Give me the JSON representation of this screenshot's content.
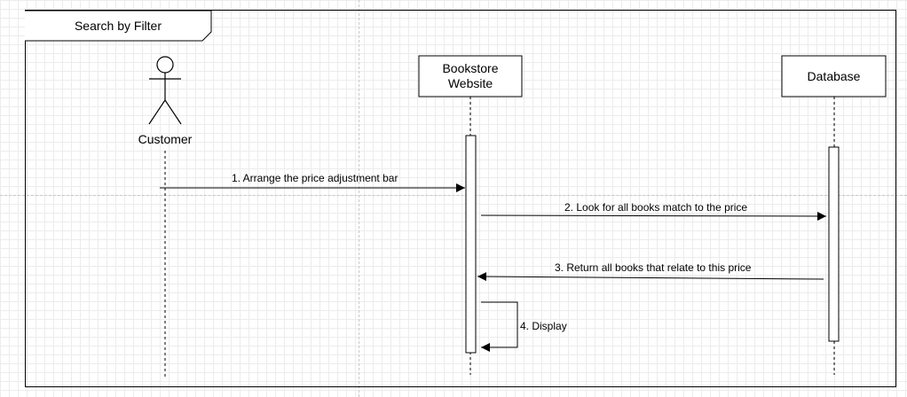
{
  "frame": {
    "title": "Search by Filter"
  },
  "actors": [
    {
      "name": "Customer",
      "kind": "stick-figure"
    },
    {
      "name": "Bookstore\nWebsite",
      "kind": "box"
    },
    {
      "name": "Database",
      "kind": "box"
    }
  ],
  "messages": [
    {
      "label": "1. Arrange the price adjustment bar",
      "from": "Customer",
      "to": "Bookstore Website",
      "style": "solid"
    },
    {
      "label": "2. Look for all books match to the price",
      "from": "Bookstore Website",
      "to": "Database",
      "style": "solid"
    },
    {
      "label": "3. Return all books that relate to this price",
      "from": "Database",
      "to": "Bookstore Website",
      "style": "solid"
    },
    {
      "label": "4. Display",
      "from": "Bookstore Website",
      "to": "Bookstore Website",
      "style": "self"
    }
  ]
}
